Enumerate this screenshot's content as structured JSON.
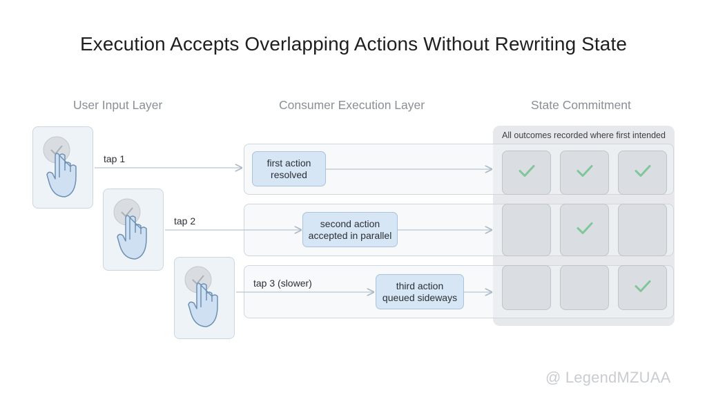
{
  "title": "Execution Accepts Overlapping Actions Without Rewriting State",
  "columns": {
    "input": "User Input Layer",
    "execution": "Consumer Execution Layer",
    "commitment": "State Commitment"
  },
  "commit_note": "All outcomes recorded where first intended",
  "taps": [
    {
      "label": "tap 1",
      "action_line1": "first action",
      "action_line2": "resolved",
      "checked_cell": 0
    },
    {
      "label": "tap 2",
      "action_line1": "second action",
      "action_line2": "accepted in parallel",
      "checked_cell": 1
    },
    {
      "label": "tap 3 (slower)",
      "action_line1": "third action",
      "action_line2": "queued sideways",
      "checked_cell": 2
    }
  ],
  "row1_all_checked": true,
  "colors": {
    "check": "#7ec79a",
    "arrow": "#aab8c6",
    "hand": "#cfe0f2"
  },
  "icons": [
    "tap-hand-icon",
    "check-circle-icon",
    "checkmark-icon",
    "arrow-right-icon"
  ],
  "watermark": "@ LegendMZUAA"
}
